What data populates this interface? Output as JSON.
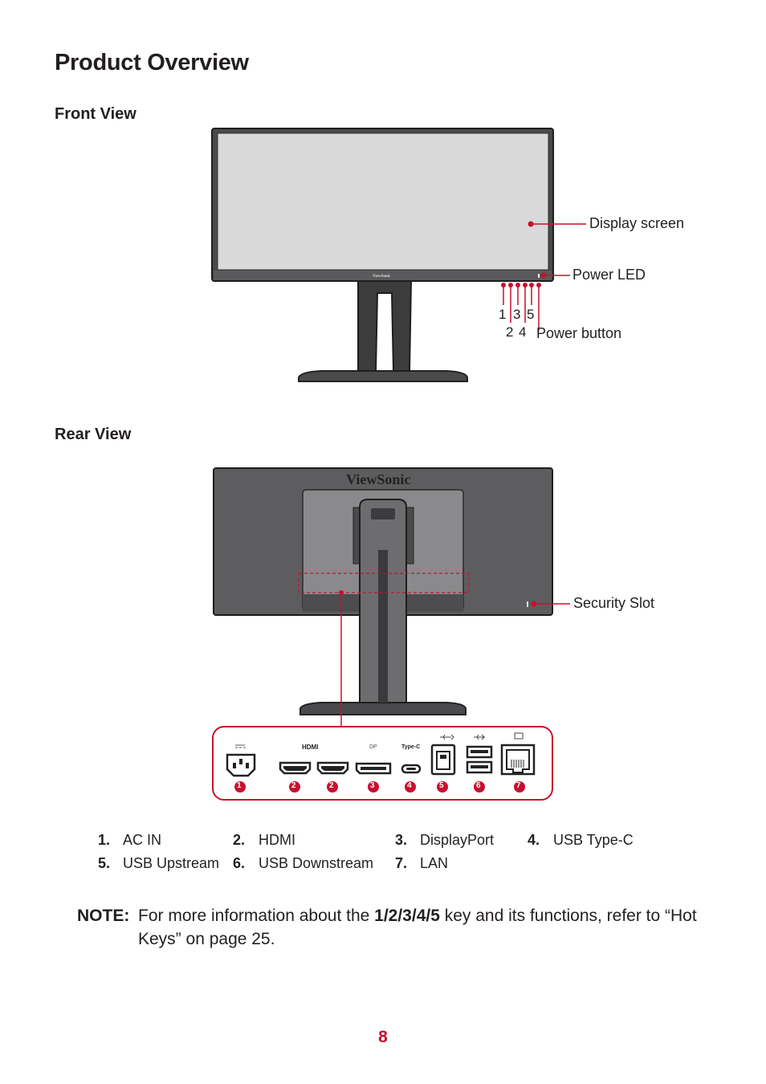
{
  "title": "Product Overview",
  "front_view": {
    "heading": "Front View",
    "bezel_logo": "ViewSonic",
    "callouts": {
      "display_screen": "Display screen",
      "power_led": "Power LED",
      "power_button": "Power button"
    },
    "key_numbers": [
      "1",
      "3",
      "5",
      "2",
      "4"
    ]
  },
  "rear_view": {
    "heading": "Rear View",
    "back_logo": "ViewSonic",
    "security_slot": "Security Slot",
    "port_labels": [
      "HDMI",
      "DP",
      "Type-C"
    ],
    "port_badges": [
      "1",
      "2",
      "2",
      "3",
      "4",
      "5",
      "6",
      "7"
    ]
  },
  "legend": [
    {
      "num": "1.",
      "label": "AC IN"
    },
    {
      "num": "2.",
      "label": "HDMI"
    },
    {
      "num": "3.",
      "label": "DisplayPort"
    },
    {
      "num": "4.",
      "label": "USB Type-C"
    },
    {
      "num": "5.",
      "label": "USB Upstream"
    },
    {
      "num": "6.",
      "label": "USB Downstream"
    },
    {
      "num": "7.",
      "label": "LAN"
    }
  ],
  "note": {
    "label": "NOTE:",
    "text_before": "For more information about the ",
    "keys": "1/2/3/4/5",
    "text_after": " key and its functions, refer to “Hot Keys” on page 25."
  },
  "page_number": "8",
  "colors": {
    "accent": "#c8102e",
    "monitor": "#5a5a5c",
    "screen": "#d9d9da"
  }
}
